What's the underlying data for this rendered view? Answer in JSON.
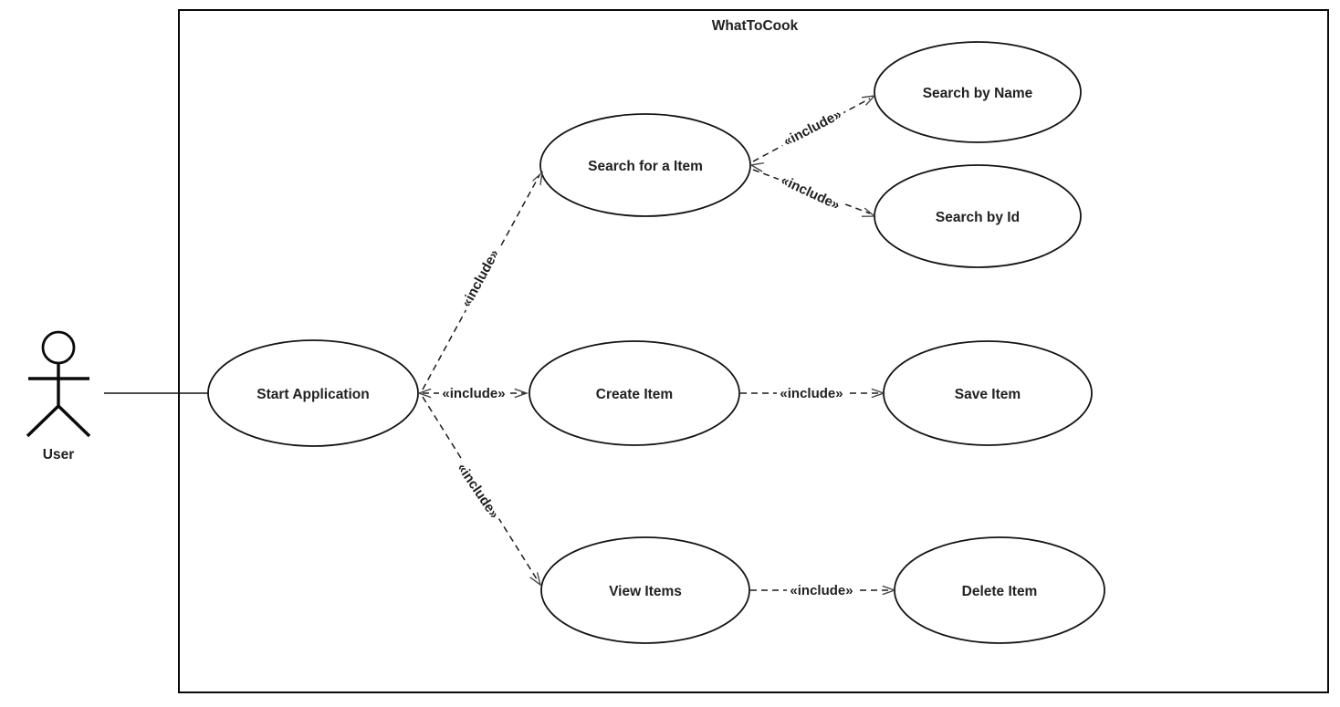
{
  "diagram": {
    "title": "WhatToCook",
    "type": "uml-use-case",
    "include_label": "«include»",
    "actor": {
      "label": "User"
    },
    "nodes": [
      {
        "id": "start",
        "label": "Start Application"
      },
      {
        "id": "search",
        "label": "Search for a Item"
      },
      {
        "id": "search_by_name",
        "label": "Search by Name"
      },
      {
        "id": "search_by_id",
        "label": "Search by Id"
      },
      {
        "id": "create",
        "label": "Create Item"
      },
      {
        "id": "save",
        "label": "Save Item"
      },
      {
        "id": "view",
        "label": "View Items"
      },
      {
        "id": "delete",
        "label": "Delete Item"
      }
    ],
    "edges": [
      {
        "from": "User",
        "to": "Start Application",
        "type": "association",
        "label": ""
      },
      {
        "from": "Start Application",
        "to": "Search for a Item",
        "type": "include",
        "label": "«include»"
      },
      {
        "from": "Start Application",
        "to": "Create Item",
        "type": "include",
        "label": "«include»"
      },
      {
        "from": "Start Application",
        "to": "View Items",
        "type": "include",
        "label": "«include»"
      },
      {
        "from": "Search for a Item",
        "to": "Search by Name",
        "type": "include",
        "label": "«include»"
      },
      {
        "from": "Search for a Item",
        "to": "Search by Id",
        "type": "include",
        "label": "«include»"
      },
      {
        "from": "Create Item",
        "to": "Save Item",
        "type": "include",
        "label": "«include»"
      },
      {
        "from": "View Items",
        "to": "Delete Item",
        "type": "include",
        "label": "«include»"
      }
    ],
    "colors": {
      "background": "#ffffff",
      "stroke": "#141414",
      "text": "#202124"
    }
  }
}
